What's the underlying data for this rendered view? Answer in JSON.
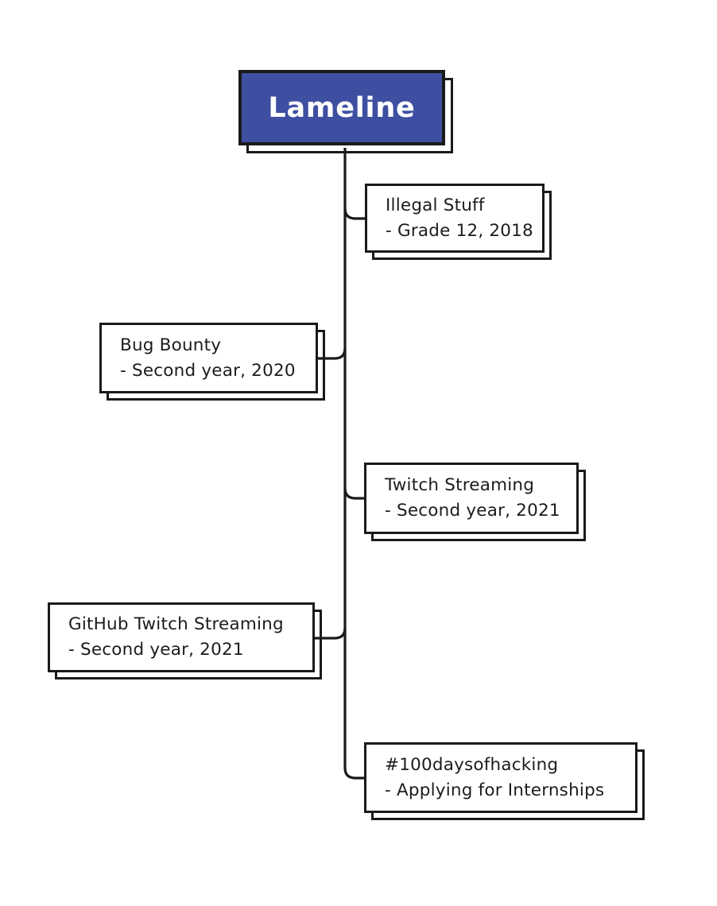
{
  "diagram": {
    "title": "Lameline",
    "colors": {
      "title_background": "#3E4FA2",
      "title_text": "#FFFFFF",
      "node_background": "#FFFFFF",
      "line_and_border": "#1A1A1A",
      "node_text": "#1C1C1C",
      "page_background": "#FFFFFF"
    },
    "nodes": [
      {
        "title": "Illegal Stuff",
        "detail": "- Grade 12, 2018",
        "side": "right"
      },
      {
        "title": "Bug Bounty",
        "detail": "- Second year, 2020",
        "side": "left"
      },
      {
        "title": "Twitch Streaming",
        "detail": "- Second year, 2021",
        "side": "right"
      },
      {
        "title": "GitHub Twitch Streaming",
        "detail": "- Second year, 2021",
        "side": "left"
      },
      {
        "title": "#100daysofhacking",
        "detail": "- Applying for Internships",
        "side": "right"
      }
    ]
  }
}
